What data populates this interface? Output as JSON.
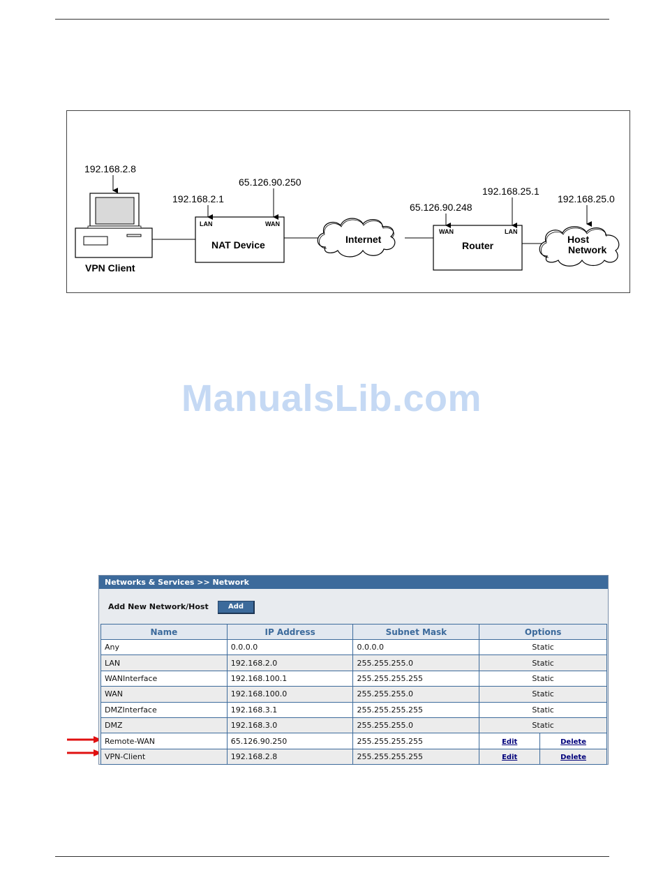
{
  "diagram": {
    "vpn_client_ip": "192.168.2.8",
    "vpn_client_label": "VPN Client",
    "nat_lan_ip": "192.168.2.1",
    "nat_wan_ip": "65.126.90.250",
    "nat_label": "NAT Device",
    "nat_lan_port": "LAN",
    "nat_wan_port": "WAN",
    "internet_label": "Internet",
    "router_wan_ip": "65.126.90.248",
    "router_lan_ip": "192.168.25.1",
    "router_label": "Router",
    "router_wan_port": "WAN",
    "router_lan_port": "LAN",
    "host_network_ip": "192.168.25.0",
    "host_network_line1": "Host",
    "host_network_line2": "Network"
  },
  "watermark": "ManualsLib.com",
  "panel": {
    "header": "Networks & Services >> Network",
    "add_label": "Add New Network/Host",
    "add_button": "Add",
    "columns": [
      "Name",
      "IP Address",
      "Subnet Mask",
      "Options"
    ],
    "rows": [
      {
        "name": "Any",
        "ip": "0.0.0.0",
        "mask": "0.0.0.0",
        "option": "Static"
      },
      {
        "name": "LAN",
        "ip": "192.168.2.0",
        "mask": "255.255.255.0",
        "option": "Static"
      },
      {
        "name": "WANInterface",
        "ip": "192.168.100.1",
        "mask": "255.255.255.255",
        "option": "Static"
      },
      {
        "name": "WAN",
        "ip": "192.168.100.0",
        "mask": "255.255.255.0",
        "option": "Static"
      },
      {
        "name": "DMZInterface",
        "ip": "192.168.3.1",
        "mask": "255.255.255.255",
        "option": "Static"
      },
      {
        "name": "DMZ",
        "ip": "192.168.3.0",
        "mask": "255.255.255.0",
        "option": "Static"
      },
      {
        "name": "Remote-WAN",
        "ip": "65.126.90.250",
        "mask": "255.255.255.255",
        "edit": "Edit",
        "delete": "Delete"
      },
      {
        "name": "VPN-Client",
        "ip": "192.168.2.8",
        "mask": "255.255.255.255",
        "edit": "Edit",
        "delete": "Delete"
      }
    ]
  },
  "colors": {
    "header_blue": "#3c6a9b",
    "arrow_red": "#e01010",
    "watermark": "#c5d9f4"
  }
}
